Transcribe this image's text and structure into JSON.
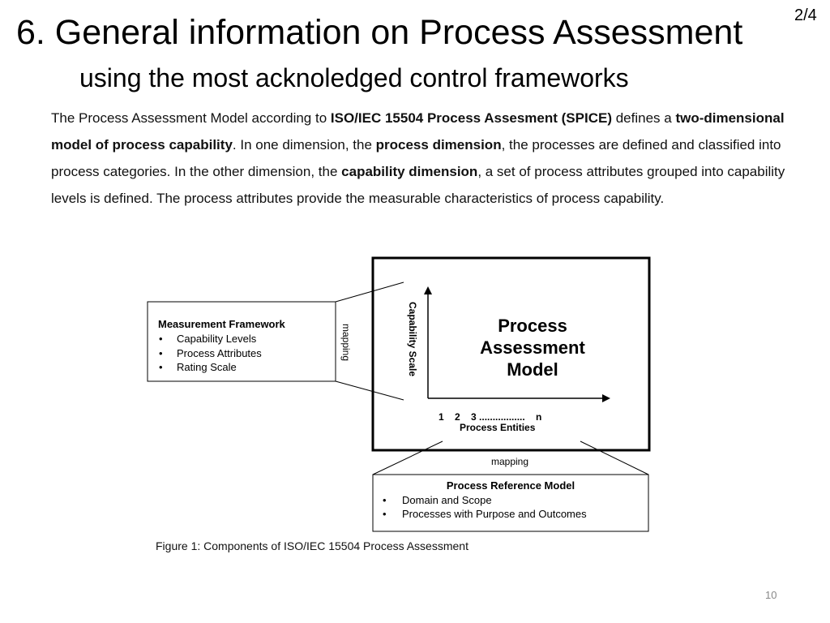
{
  "title": "6. General information on Process Assessment",
  "page_of": "2/4",
  "subtitle": "using the most acknoledged control frameworks",
  "body": {
    "t1": "The Process Assessment Model  according to ",
    "b1": "ISO/IEC 15504 Process Assesment (SPICE)",
    "t2": " defines a ",
    "b2": "two-dimensional model of process capability",
    "t3": ". In one dimension, the ",
    "b3": "process dimension",
    "t4": ", the processes are defined and classified into process  categories. In the other dimension, the ",
    "b4": "capability dimension",
    "t5": ", a set of process attributes grouped into capability levels is defined. The process attributes provide the measurable characteristics of process  capability."
  },
  "diagram": {
    "measurement_framework": {
      "heading": "Measurement Framework",
      "items": [
        "Capability Levels",
        "Process Attributes",
        "Rating Scale"
      ],
      "mapping_label": "mapping"
    },
    "pam": {
      "title_lines": [
        "Process",
        "Assessment",
        "Model"
      ],
      "y_axis_label": "Capability Scale",
      "x_ticks": "1    2    3 .................    n",
      "x_axis_label": "Process Entities"
    },
    "bottom_mapping_label": "mapping",
    "reference_model": {
      "heading": "Process Reference Model",
      "items": [
        "Domain and Scope",
        "Processes with Purpose and Outcomes"
      ]
    },
    "bullet": "•"
  },
  "caption": "Figure 1: Components of ISO/IEC 15504 Process Assessment",
  "slide_number": "10"
}
